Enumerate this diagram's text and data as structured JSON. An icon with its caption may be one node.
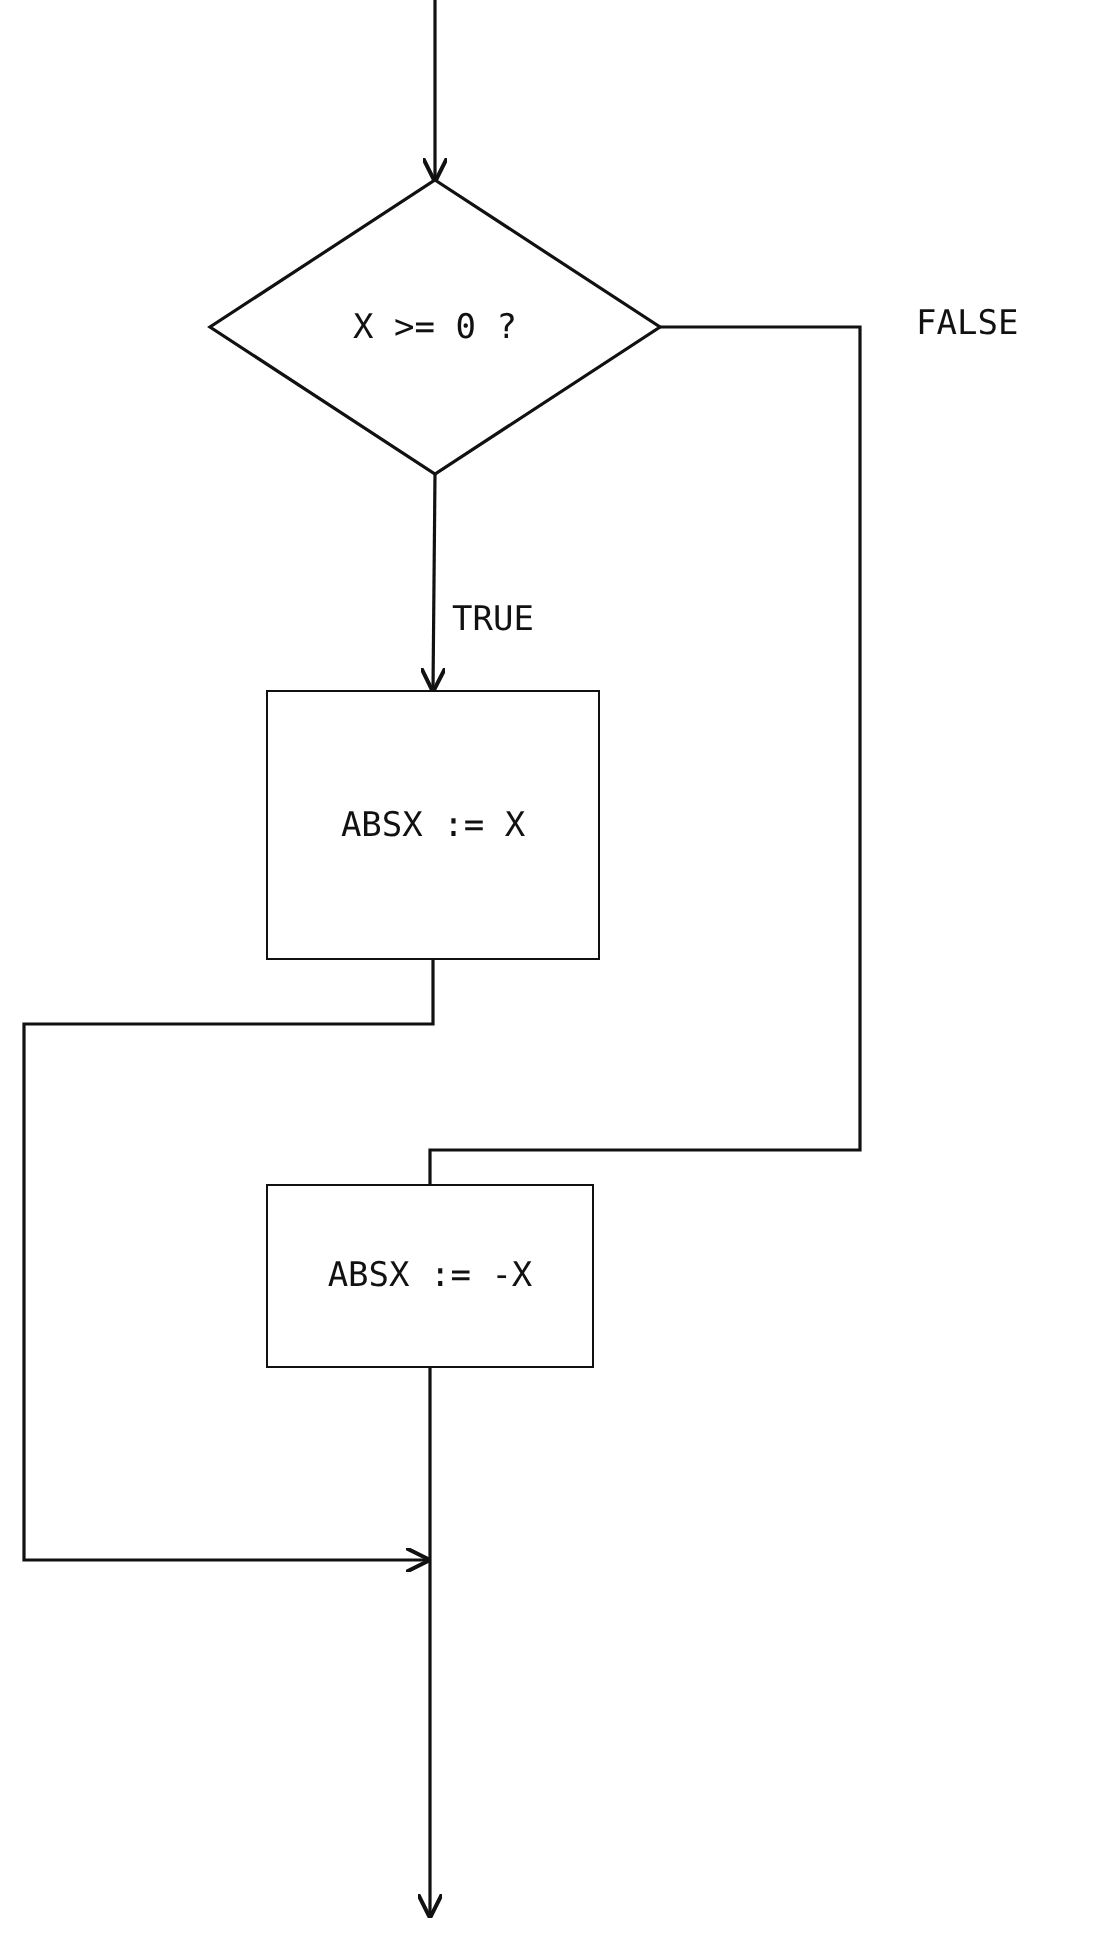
{
  "diagram": {
    "nodes": [
      {
        "text": [
          "X >= 0 ?"
        ]
      },
      {
        "text": [
          "ABSX := X"
        ]
      },
      {
        "text": [
          "ABSX := -X"
        ]
      }
    ],
    "edges": [
      {
        "from": null,
        "to": 0,
        "arrow": "to"
      },
      {
        "from": 0,
        "to": 1,
        "arrow": "to",
        "label": "TRUE"
      },
      {
        "from": 0,
        "to": 2,
        "arrow": "none",
        "label": "FALSE"
      },
      {
        "from": 1,
        "to": null,
        "arrow": "to"
      },
      {
        "from": 2,
        "to": null,
        "arrow": "to"
      }
    ]
  }
}
